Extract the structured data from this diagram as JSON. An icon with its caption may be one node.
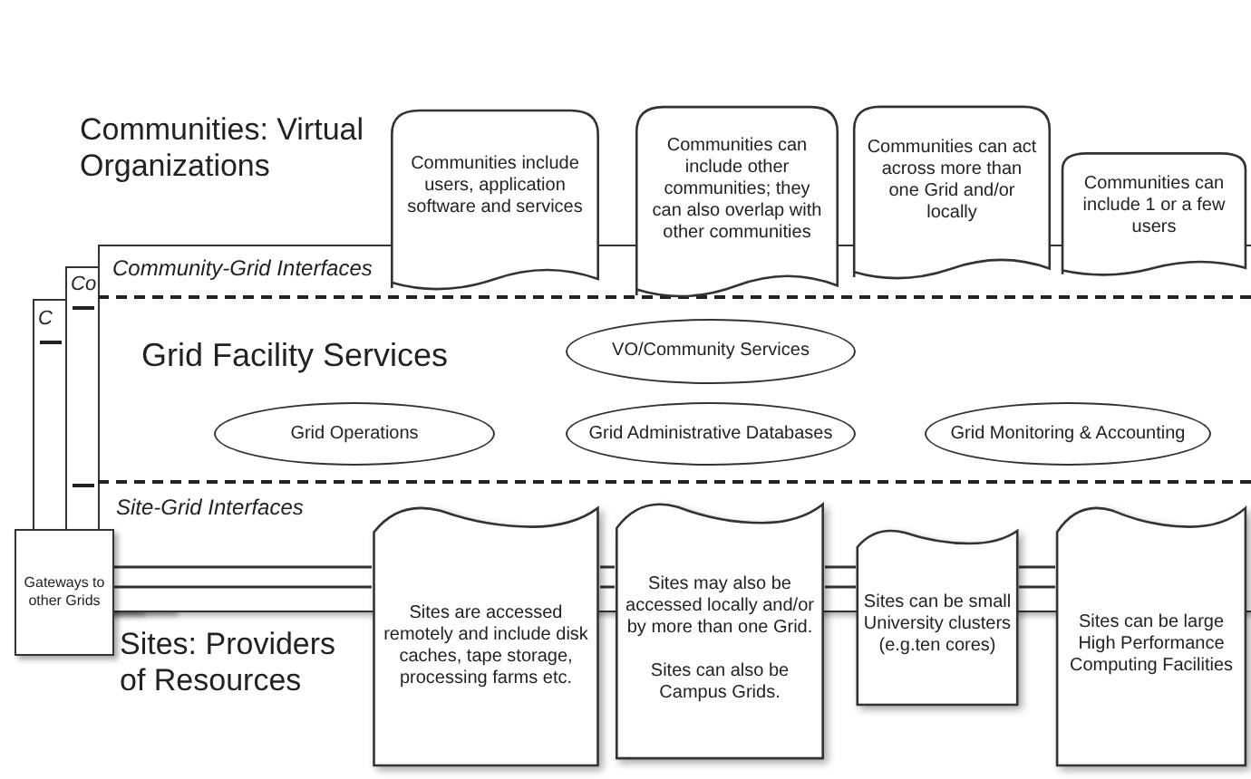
{
  "diagram": {
    "nodes": [
      {
        "text": [
          "Communities include users, application software and services"
        ]
      },
      {
        "text": [
          "Communities can include other communities; they can also overlap with other communities"
        ]
      },
      {
        "text": [
          "Communities can act across more than one Grid and/or locally"
        ]
      },
      {
        "text": [
          "Communities can include 1 or a few users"
        ]
      },
      {
        "text": [
          "VO/Community Services"
        ]
      },
      {
        "text": [
          "Grid Operations"
        ]
      },
      {
        "text": [
          "Grid Administrative Databases"
        ]
      },
      {
        "text": [
          "Grid Monitoring & Accounting"
        ]
      },
      {
        "text": [
          "Gateways to other Grids"
        ]
      },
      {
        "text": [
          "Sites are accessed remotely and include disk caches, tape storage, processing farms etc."
        ]
      },
      {
        "text": [
          "Sites may also be accessed locally and/or by more than one Grid.",
          "Sites can also be Campus Grids."
        ]
      },
      {
        "text": [
          "Sites can be small University clusters (e.g.ten cores)"
        ]
      },
      {
        "text": [
          "Sites can be large High Performance Computing Facilities"
        ]
      }
    ],
    "edges": [
      {
        "from": 8,
        "to": 9,
        "arrow": "none"
      },
      {
        "from": 9,
        "to": 10,
        "arrow": "none"
      },
      {
        "from": 10,
        "to": 11,
        "arrow": "none"
      },
      {
        "from": 11,
        "to": 12,
        "arrow": "none"
      }
    ],
    "labels": [
      "Communities: Virtual Organizations",
      "C",
      "Co",
      "Community-Grid Interfaces",
      "Grid Facility Services",
      "Site-Grid Interfaces",
      "Sites: Providers of Resources"
    ]
  }
}
